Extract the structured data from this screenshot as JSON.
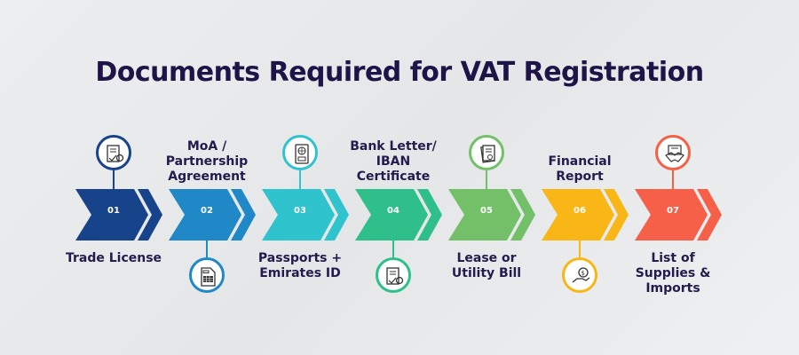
{
  "title": "Documents Required for VAT Registration",
  "steps": [
    {
      "num": "01",
      "label": "Trade License",
      "color": "#17438a",
      "icon": "certificate-seal-icon",
      "position": "top-icon"
    },
    {
      "num": "02",
      "label": "MoA / Partnership Agreement",
      "color": "#2088c7",
      "icon": "spreadsheet-document-icon",
      "position": "bottom-icon"
    },
    {
      "num": "03",
      "label": "Passports + Emirates ID",
      "color": "#2fc3ce",
      "icon": "passport-visa-icon",
      "position": "top-icon"
    },
    {
      "num": "04",
      "label": "Bank Letter/ IBAN Certificate",
      "color": "#2fbf8a",
      "icon": "certificate-seal-icon",
      "position": "bottom-icon"
    },
    {
      "num": "05",
      "label": "Lease or Utility Bill",
      "color": "#73c069",
      "icon": "document-stack-icon",
      "position": "top-icon"
    },
    {
      "num": "06",
      "label": "Financial Report",
      "color": "#f8b716",
      "icon": "hand-coin-icon",
      "position": "bottom-icon"
    },
    {
      "num": "07",
      "label": "List of Supplies & Imports",
      "color": "#f65f48",
      "icon": "handshake-contract-icon",
      "position": "top-icon"
    }
  ]
}
